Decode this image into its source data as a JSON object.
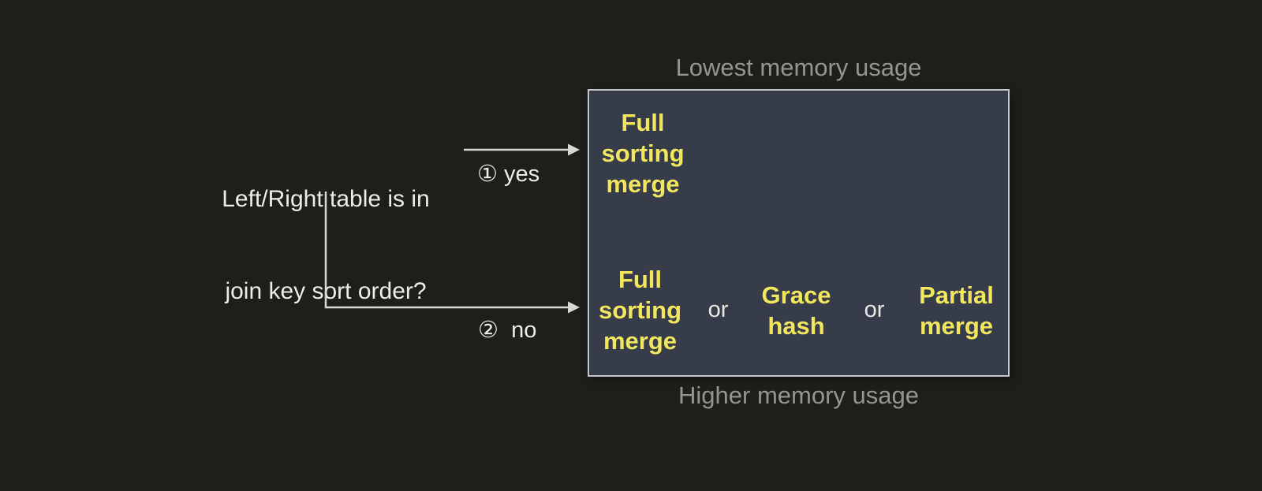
{
  "diagram": {
    "question": {
      "line1": "Left/Right table is in",
      "line2": "join key sort order?"
    },
    "branches": {
      "yes": "① yes",
      "no": "②  no"
    },
    "captions": {
      "top": "Lowest memory usage",
      "bottom": "Higher memory usage"
    },
    "box": {
      "sorted_option": "Full\nsorting\nmerge",
      "or": "or",
      "unsorted_options": [
        "Full\nsorting\nmerge",
        "Grace\nhash",
        "Partial\nmerge"
      ]
    },
    "colors": {
      "background": "#1e1f1a",
      "box_fill": "#363c49",
      "box_border": "#c3c6ca",
      "algorithm_yellow": "#f2e65e",
      "caption_gray": "#94958e",
      "text_light": "#edece8",
      "connector": "#d7d8d3"
    }
  }
}
